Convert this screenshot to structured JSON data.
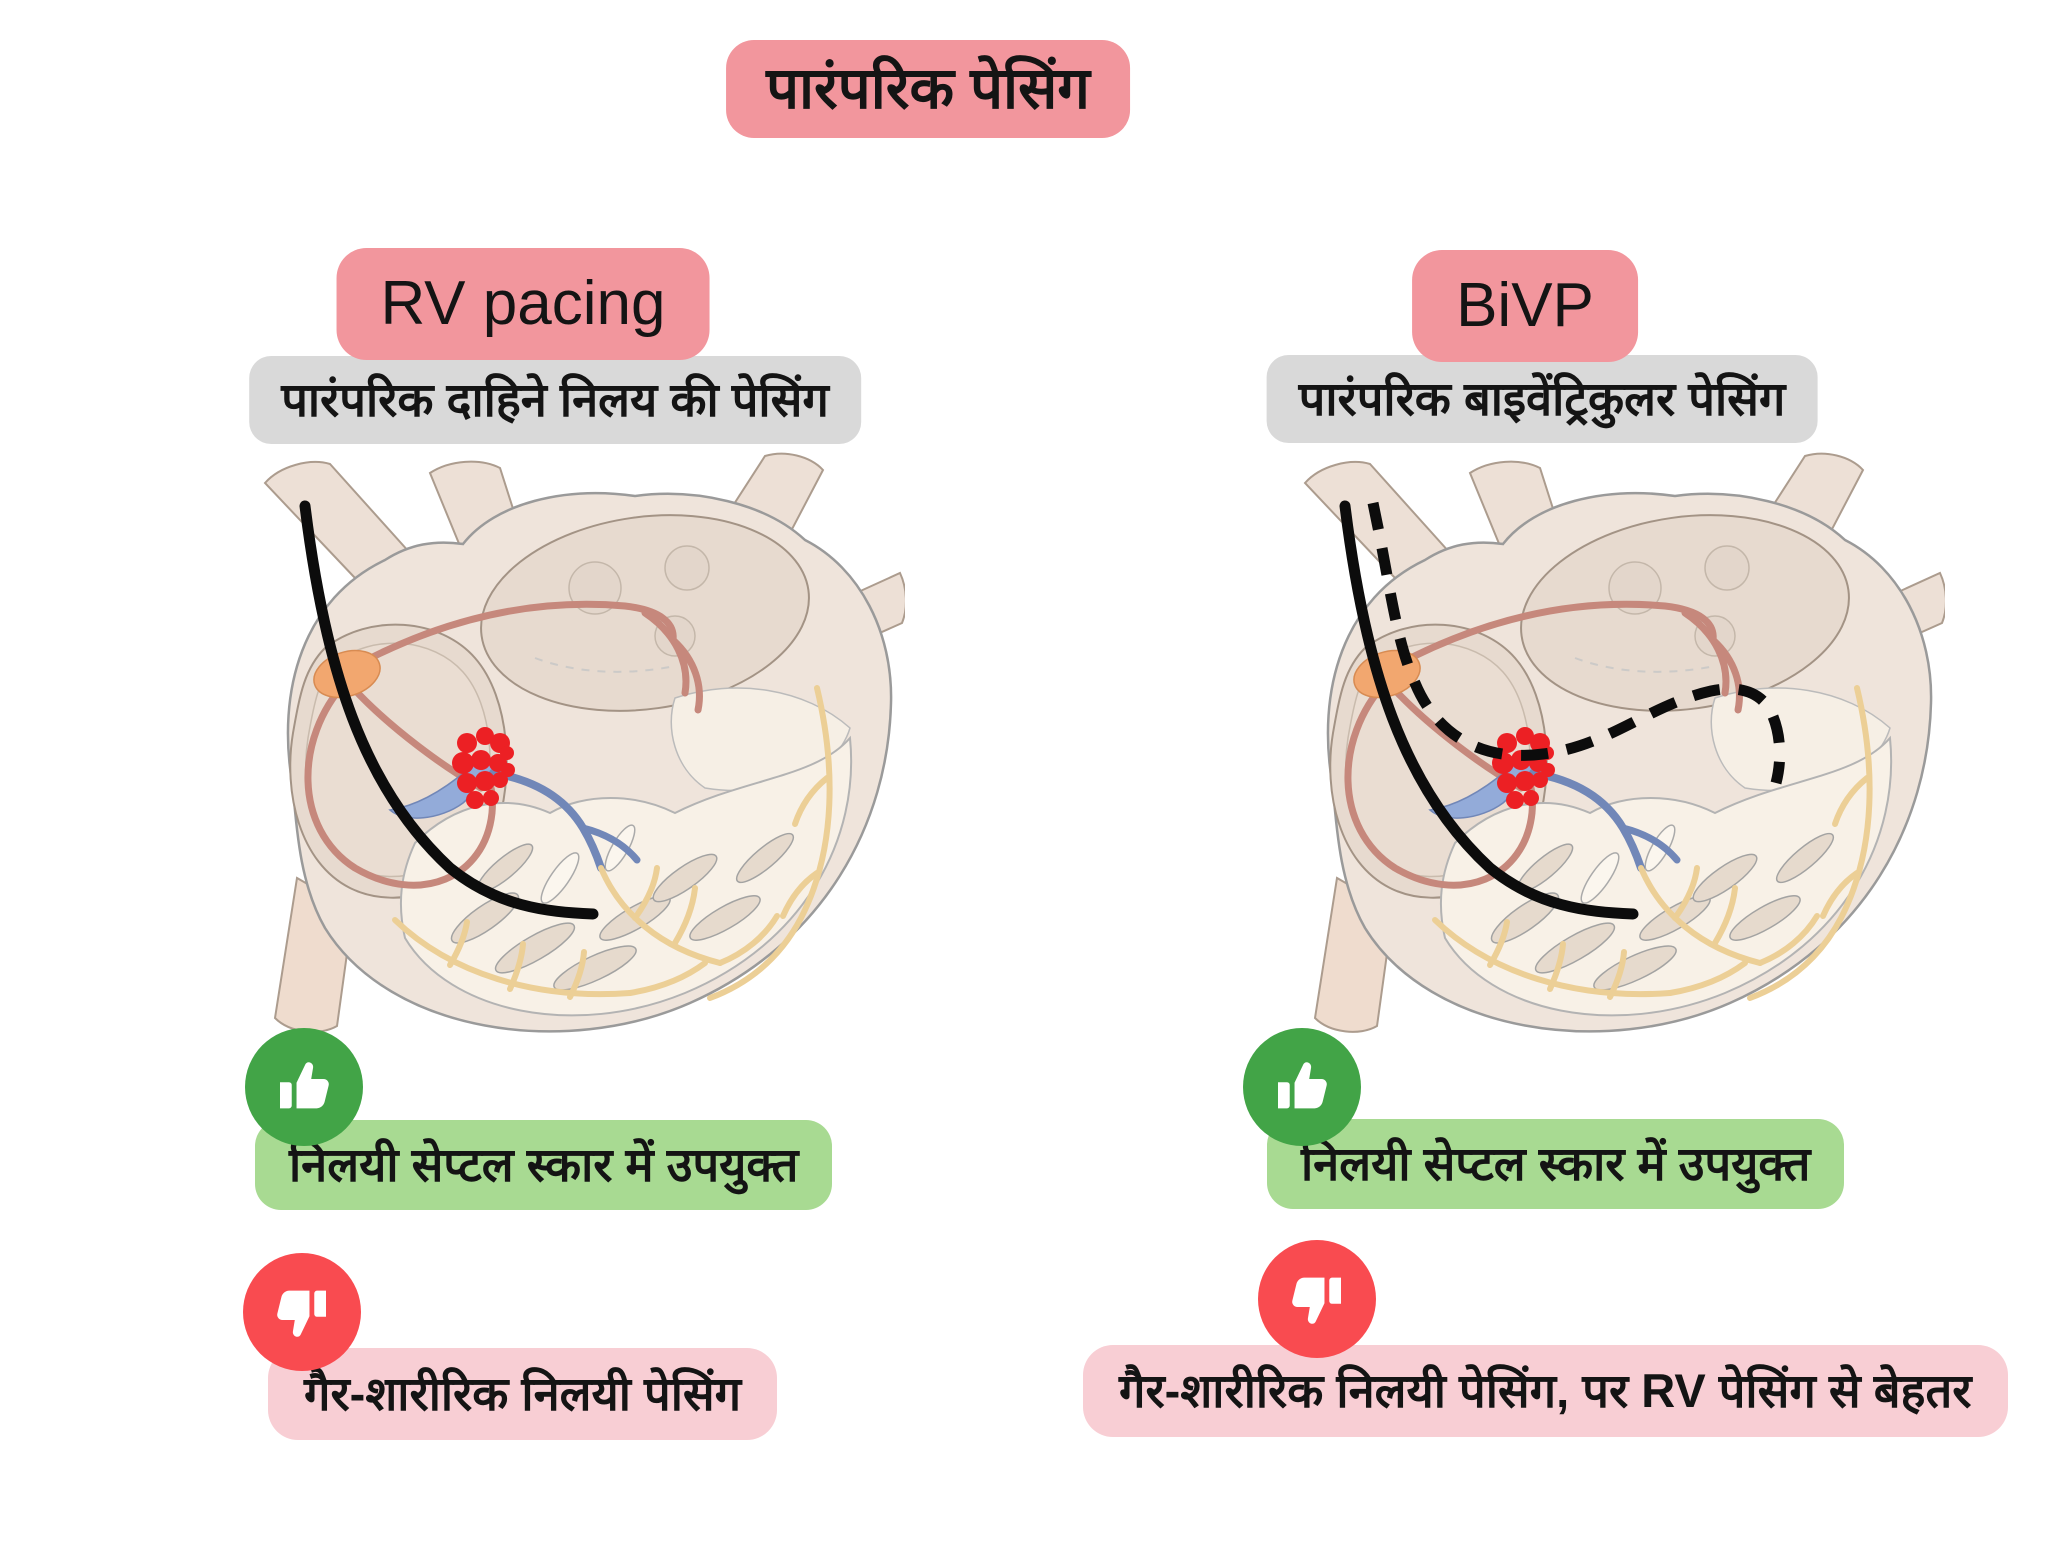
{
  "title": "पारंपरिक पेसिंग",
  "columns": [
    {
      "id": "rv-pacing",
      "header": "RV pacing",
      "subtitle": "पारंपरिक दाहिने निलय की पेसिंग",
      "pro": "निलयी सेप्टल स्कार में उपयुक्त",
      "con": "गैर-शारीरिक निलयी पेसिंग",
      "leads": {
        "rv_lead": "solid",
        "lv_lead": "none"
      }
    },
    {
      "id": "bivp",
      "header": "BiVP",
      "subtitle": "पारंपरिक बाइवेंट्रिकुलर पेसिंग",
      "pro": "निलयी सेप्टल स्कार में उपयुक्त",
      "con": "गैर-शारीरिक निलयी पेसिंग, पर RV पेसिंग से बेहतर",
      "leads": {
        "rv_lead": "solid",
        "lv_lead": "dashed"
      }
    }
  ],
  "icons": {
    "pro": "thumbs-up-icon",
    "con": "thumbs-down-icon"
  },
  "colors": {
    "badge_pink": "#F2969D",
    "badge_light_pink": "#F8CED4",
    "badge_gray": "#D9D9D9",
    "badge_green": "#A8DA92",
    "icon_green": "#42A447",
    "icon_red": "#F94B50",
    "lead_black": "#0C0C0C",
    "scar_red": "#EC2024",
    "sa_node_orange": "#F2A76F",
    "conduction_salmon": "#C6887C",
    "his_bundle_blue": "#8FA8D8",
    "purkinje_yellow": "#ECCF96",
    "heart_beige": "#EFE4DB"
  }
}
